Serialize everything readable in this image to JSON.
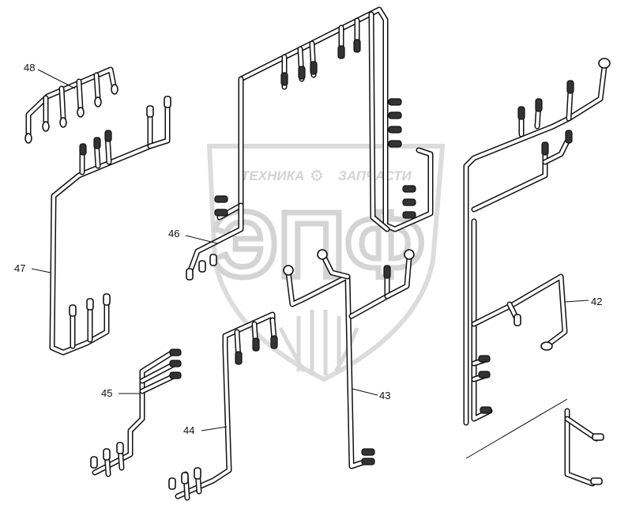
{
  "watermark": {
    "text_left": "ТЕХНИКА",
    "text_right": "ЗАПЧАСТИ",
    "letters": "ЭПФ",
    "color": "#d4d4d4"
  },
  "harnesses": [
    {
      "id": "48",
      "label": "48"
    },
    {
      "id": "47",
      "label": "47"
    },
    {
      "id": "46",
      "label": "46"
    },
    {
      "id": "45",
      "label": "45"
    },
    {
      "id": "44",
      "label": "44"
    },
    {
      "id": "43",
      "label": "43"
    },
    {
      "id": "42",
      "label": "42"
    }
  ],
  "colors": {
    "line": "#111111",
    "background": "#ffffff"
  }
}
